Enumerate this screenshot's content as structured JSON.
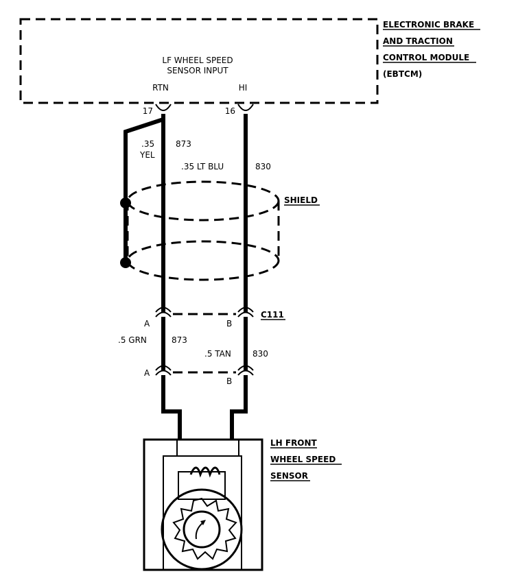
{
  "module": {
    "name_lines": [
      "ELECTRONIC BRAKE",
      "AND TRACTION",
      "CONTROL MODULE",
      "(EBTCM)"
    ],
    "input_lines": [
      "LF WHEEL SPEED",
      "SENSOR INPUT"
    ],
    "pin_rtn_label": "RTN",
    "pin_hi_label": "HI",
    "pin_rtn_number": "17",
    "pin_hi_number": "16"
  },
  "wires_upper": {
    "rtn_size": ".35",
    "rtn_color": "YEL",
    "rtn_circuit": "873",
    "hi_spec": ".35 LT BLU",
    "hi_circuit": "830"
  },
  "shield": {
    "label": "SHIELD"
  },
  "connector": {
    "name": "C111",
    "pin_a": "A",
    "pin_b": "B"
  },
  "wires_lower": {
    "rtn_spec": ".5 GRN",
    "rtn_circuit": "873",
    "hi_spec": ".5 TAN",
    "hi_circuit": "830"
  },
  "sensor": {
    "name_lines": [
      "LH FRONT",
      "WHEEL SPEED",
      "SENSOR"
    ]
  }
}
